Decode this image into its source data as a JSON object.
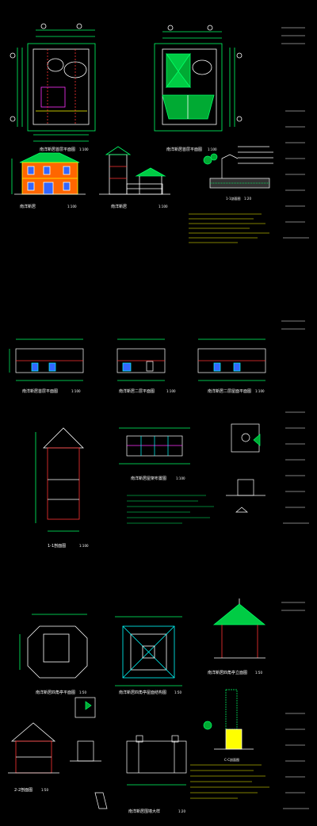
{
  "sheets": [
    {
      "titles": {
        "plan_roof_view": "南洋新居首层平面图",
        "plan_roof_scale": "1:100",
        "roof_plan": "南洋新居首层平面图",
        "roof_plan_scale": "1:100",
        "elev_front": "南洋新居",
        "elev_front_scale": "1:100",
        "elev_side": "南洋新居",
        "elev_side_scale": "1:100",
        "section_detail": "1-1剖面图",
        "section_detail_scale": "1:20"
      }
    },
    {
      "titles": {
        "plan_1": "南洋新居首层平面图",
        "plan_1_scale": "1:100",
        "plan_2": "南洋新居二层平面图",
        "plan_2_scale": "1:100",
        "plan_3": "南洋新居二层屋面平面图",
        "plan_3_scale": "1:100",
        "section_1": "1-1剖面图",
        "section_1_scale": "1:100",
        "roof_frame": "南洋新居屋架布置图",
        "roof_frame_scale": "1:100"
      }
    },
    {
      "titles": {
        "pav_plan": "南洋新居四角亭平面图",
        "pav_plan_scale": "1:50",
        "pav_roof": "南洋新居四角亭屋面结构图",
        "pav_roof_scale": "1:50",
        "pav_elev": "南洋新居四角亭立面图",
        "pav_elev_scale": "1:50",
        "pav_section": "2-2剖面图",
        "pav_section_scale": "1:50",
        "wall_detail": "南洋新居围墙大样",
        "wall_detail_scale": "1:20",
        "c_section": "C-C剖面图"
      }
    }
  ],
  "colors": {
    "background": "#000000",
    "line_white": "#ffffff",
    "line_green": "#00ff66",
    "line_yellow": "#ffff00",
    "line_cyan": "#00ffff",
    "line_red": "#ff3333",
    "line_magenta": "#ff33ff",
    "line_blue": "#3366ff"
  }
}
